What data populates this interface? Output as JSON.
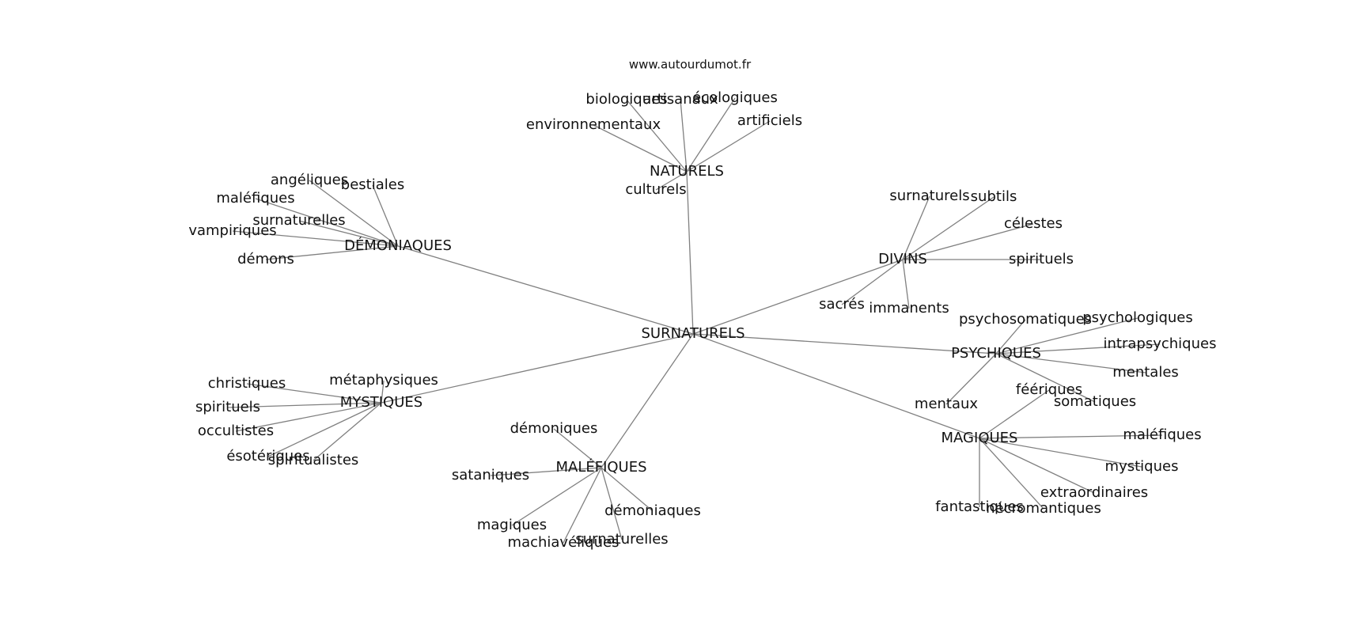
{
  "source_text": "www.autourdumot.fr",
  "root": "SURNATURELS",
  "groups": [
    {
      "label": "NATURELS",
      "words": [
        "biologiques",
        "artisanaux",
        "écologiques",
        "artificiels",
        "environnementaux",
        "culturels"
      ]
    },
    {
      "label": "DÉMONIAQUES",
      "words": [
        "angéliques",
        "bestiales",
        "maléfiques",
        "surnaturelles",
        "vampiriques",
        "démons"
      ]
    },
    {
      "label": "DIVINS",
      "words": [
        "surnaturels",
        "subtils",
        "célestes",
        "spirituels",
        "immanents",
        "sacrés"
      ]
    },
    {
      "label": "PSYCHIQUES",
      "words": [
        "psychosomatiques",
        "psychologiques",
        "intrapsychiques",
        "mentales",
        "somatiques",
        "mentaux"
      ]
    },
    {
      "label": "MAGIQUES",
      "words": [
        "féériques",
        "maléfiques",
        "mystiques",
        "extraordinaires",
        "nécromantiques",
        "fantastiques"
      ]
    },
    {
      "label": "MALÉFIQUES",
      "words": [
        "démoniques",
        "sataniques",
        "démoniaques",
        "surnaturelles",
        "machiavéliques",
        "magiques"
      ]
    },
    {
      "label": "MYSTIQUES",
      "words": [
        "métaphysiques",
        "christiques",
        "spirituels",
        "occultistes",
        "spiritualistes",
        "ésotériques"
      ]
    }
  ]
}
